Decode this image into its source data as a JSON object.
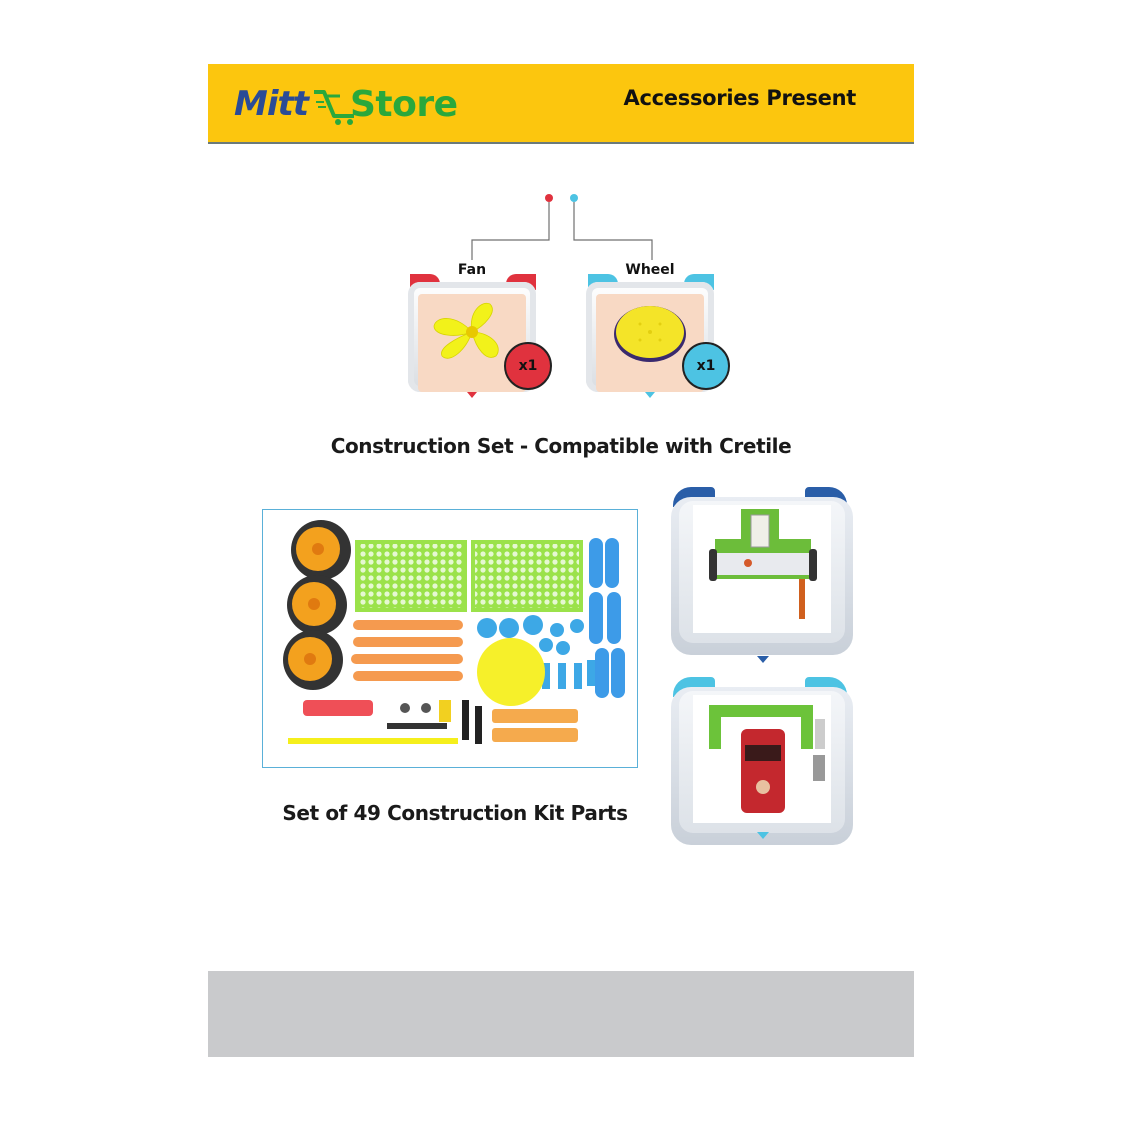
{
  "header": {
    "logo": {
      "part1": "Mitt",
      "part2": "Store"
    },
    "title": "Accessories Present",
    "background": "#fcc60e"
  },
  "accessories": [
    {
      "label": "Fan",
      "quantity": "x1",
      "accent": "#e0323e",
      "icon": "fan-icon"
    },
    {
      "label": "Wheel",
      "quantity": "x1",
      "accent": "#4dc3e3",
      "icon": "wheel-icon"
    }
  ],
  "section1": {
    "title": "Construction Set - Compatible with Cretile"
  },
  "section2": {
    "title": "Set of 49 Construction Kit Parts",
    "image_alt": "construction-kit-parts-image"
  },
  "examples": [
    {
      "name": "line-follower-robot",
      "accent": "#2a5ea8"
    },
    {
      "name": "car-wash-model",
      "accent": "#4dc3e3"
    }
  ],
  "footer": {
    "background": "#c9cacc"
  }
}
